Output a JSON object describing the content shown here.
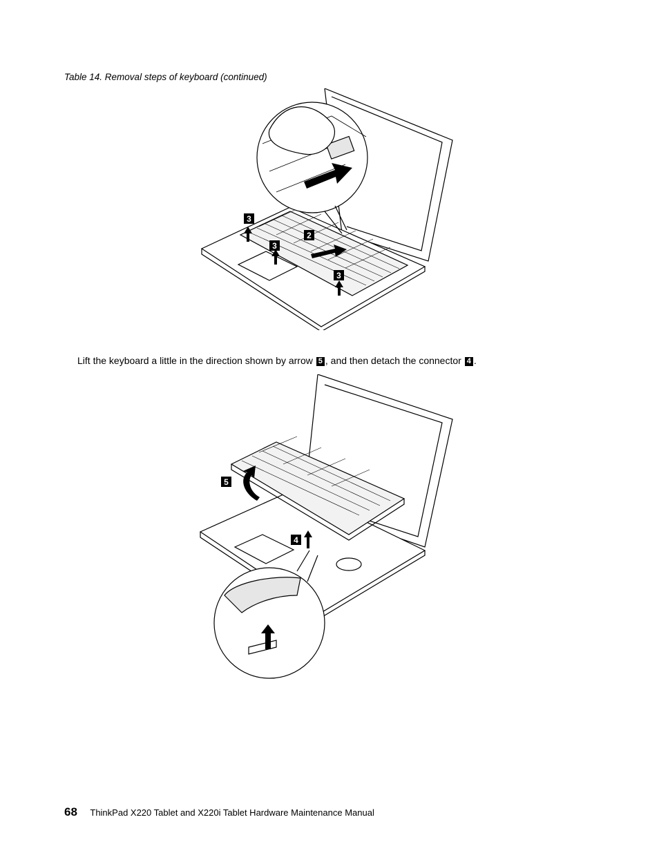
{
  "caption": "Table 14.  Removal steps of keyboard (continued)",
  "figure1": {
    "callouts": {
      "a": "3",
      "b": "2",
      "c": "3",
      "d": "3"
    }
  },
  "step_text": {
    "part1": "Lift the keyboard a little in the direction shown by arrow ",
    "badge1": "5",
    "part2": ", and then detach the connector ",
    "badge2": "4",
    "part3": "."
  },
  "figure2": {
    "callouts": {
      "a": "5",
      "b": "4"
    }
  },
  "footer": {
    "page_number": "68",
    "title": "ThinkPad X220 Tablet and X220i Tablet Hardware Maintenance Manual"
  }
}
